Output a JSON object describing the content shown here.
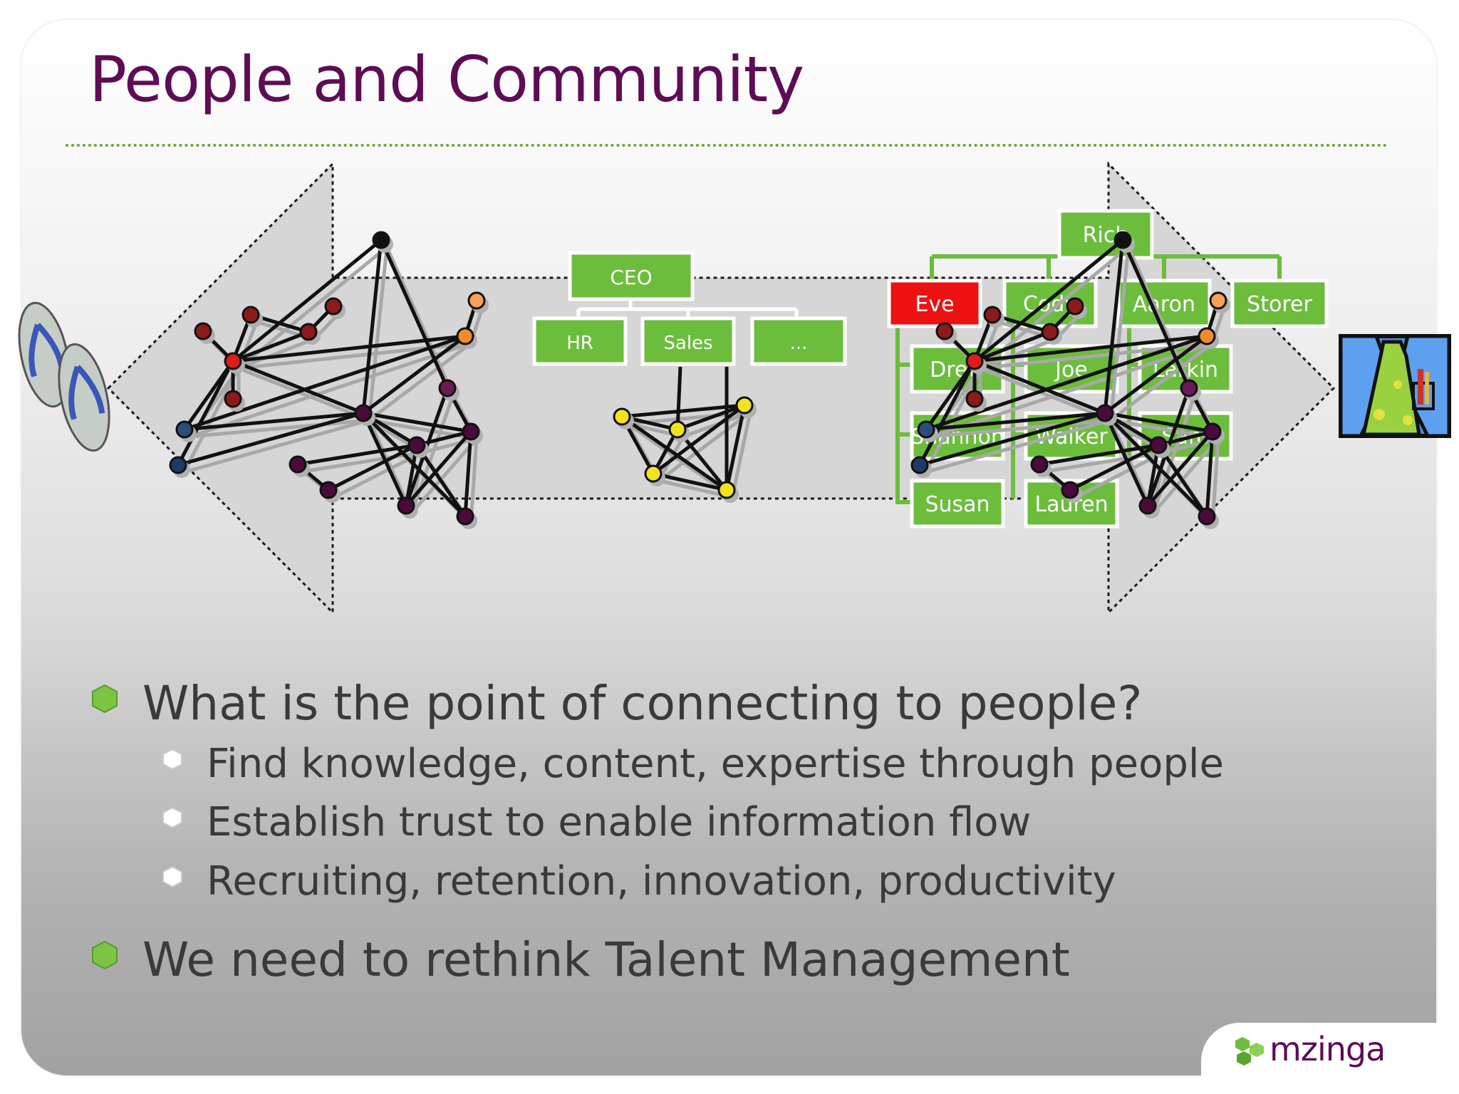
{
  "slide": {
    "title": "People and Community",
    "bullets": [
      "What is the point of connecting to people?",
      "Find knowledge, content, expertise through people",
      "Establish trust to enable information flow",
      "Recruiting, retention, innovation, productivity",
      "We need to rethink Talent Management"
    ]
  },
  "org_chart": {
    "ceo": "CEO",
    "departments": [
      "HR",
      "Sales",
      "..."
    ]
  },
  "people_chart": {
    "root": "Rich",
    "row1": [
      "Eve",
      "Cody",
      "Aaron",
      "Storer"
    ],
    "col1": [
      "Drew",
      "Shannon",
      "Susan"
    ],
    "col2": [
      "Joe",
      "Walker",
      "Lauren"
    ],
    "col3": [
      "Larkin",
      "Sam"
    ]
  },
  "icons": {
    "left": "flip-flops-icon",
    "right": "shirt-and-tie-icon"
  },
  "logo": {
    "text": "mzinga"
  },
  "colors": {
    "title": "#5e0c55",
    "green_box": "#6cbd3c",
    "highlight_box": "#ee1111",
    "rule": "#6aa42c"
  }
}
